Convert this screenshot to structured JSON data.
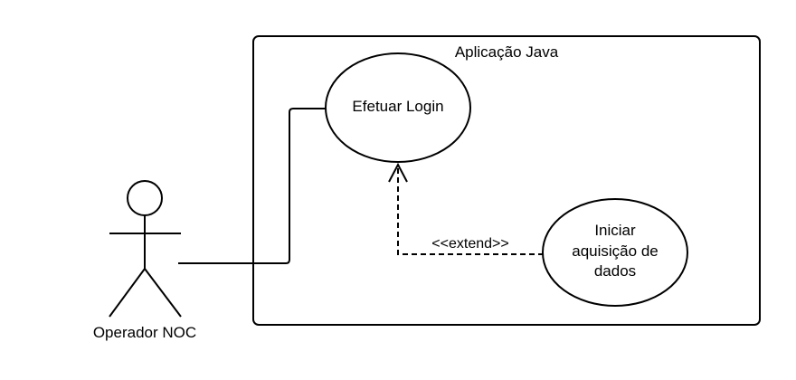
{
  "diagram": {
    "system_boundary": {
      "label": "Aplicação Java"
    },
    "actor": {
      "label": "Operador NOC"
    },
    "use_cases": [
      {
        "id": "login",
        "lines": [
          "Efetuar Login"
        ]
      },
      {
        "id": "aquisicao",
        "lines": [
          "Iniciar",
          "aquisição de",
          "dados"
        ]
      }
    ],
    "relationships": [
      {
        "from": "actor",
        "to": "login",
        "type": "association"
      },
      {
        "from": "aquisicao",
        "to": "login",
        "type": "extend",
        "label": "<<extend>>"
      }
    ]
  }
}
